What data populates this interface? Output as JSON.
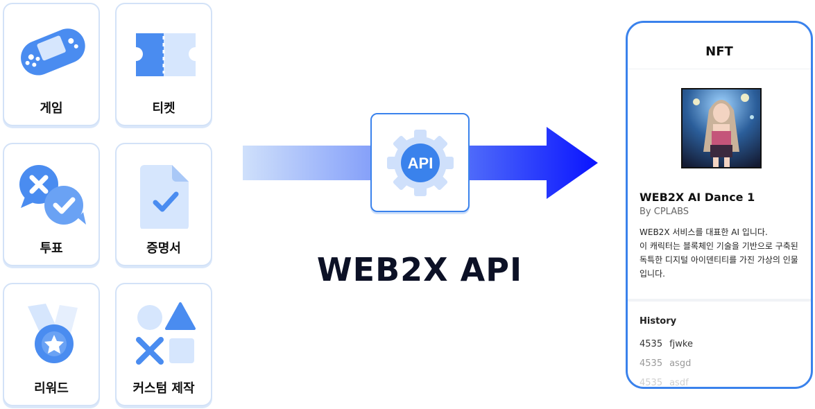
{
  "tiles": [
    {
      "label": "게임",
      "icon": "game-controller-icon"
    },
    {
      "label": "티켓",
      "icon": "ticket-icon"
    },
    {
      "label": "투표",
      "icon": "vote-bubbles-icon"
    },
    {
      "label": "증명서",
      "icon": "certificate-icon"
    },
    {
      "label": "리워드",
      "icon": "medal-icon"
    },
    {
      "label": "커스텀 제작",
      "icon": "shapes-icon"
    }
  ],
  "api": {
    "badge": "API",
    "title": "WEB2X API"
  },
  "nft": {
    "header": "NFT",
    "name": "WEB2X AI Dance 1",
    "creator": "By CPLABS",
    "description_lines": [
      "WEB2X 서비스를 대표한 AI 입니다.",
      "이 캐릭터는 블록체인 기술을 기반으로 구축된",
      "독특한 디지털 아이덴티티를 가진 가상의 인물",
      "입니다."
    ],
    "history_title": "History",
    "history": [
      {
        "id": "4535",
        "name": "fjwke"
      },
      {
        "id": "4535",
        "name": "asgd"
      },
      {
        "id": "4535",
        "name": "asdf"
      }
    ]
  },
  "colors": {
    "primary": "#3a82ec",
    "icon_light": "#cfe0fb",
    "arrow_end": "#0a14ff"
  }
}
